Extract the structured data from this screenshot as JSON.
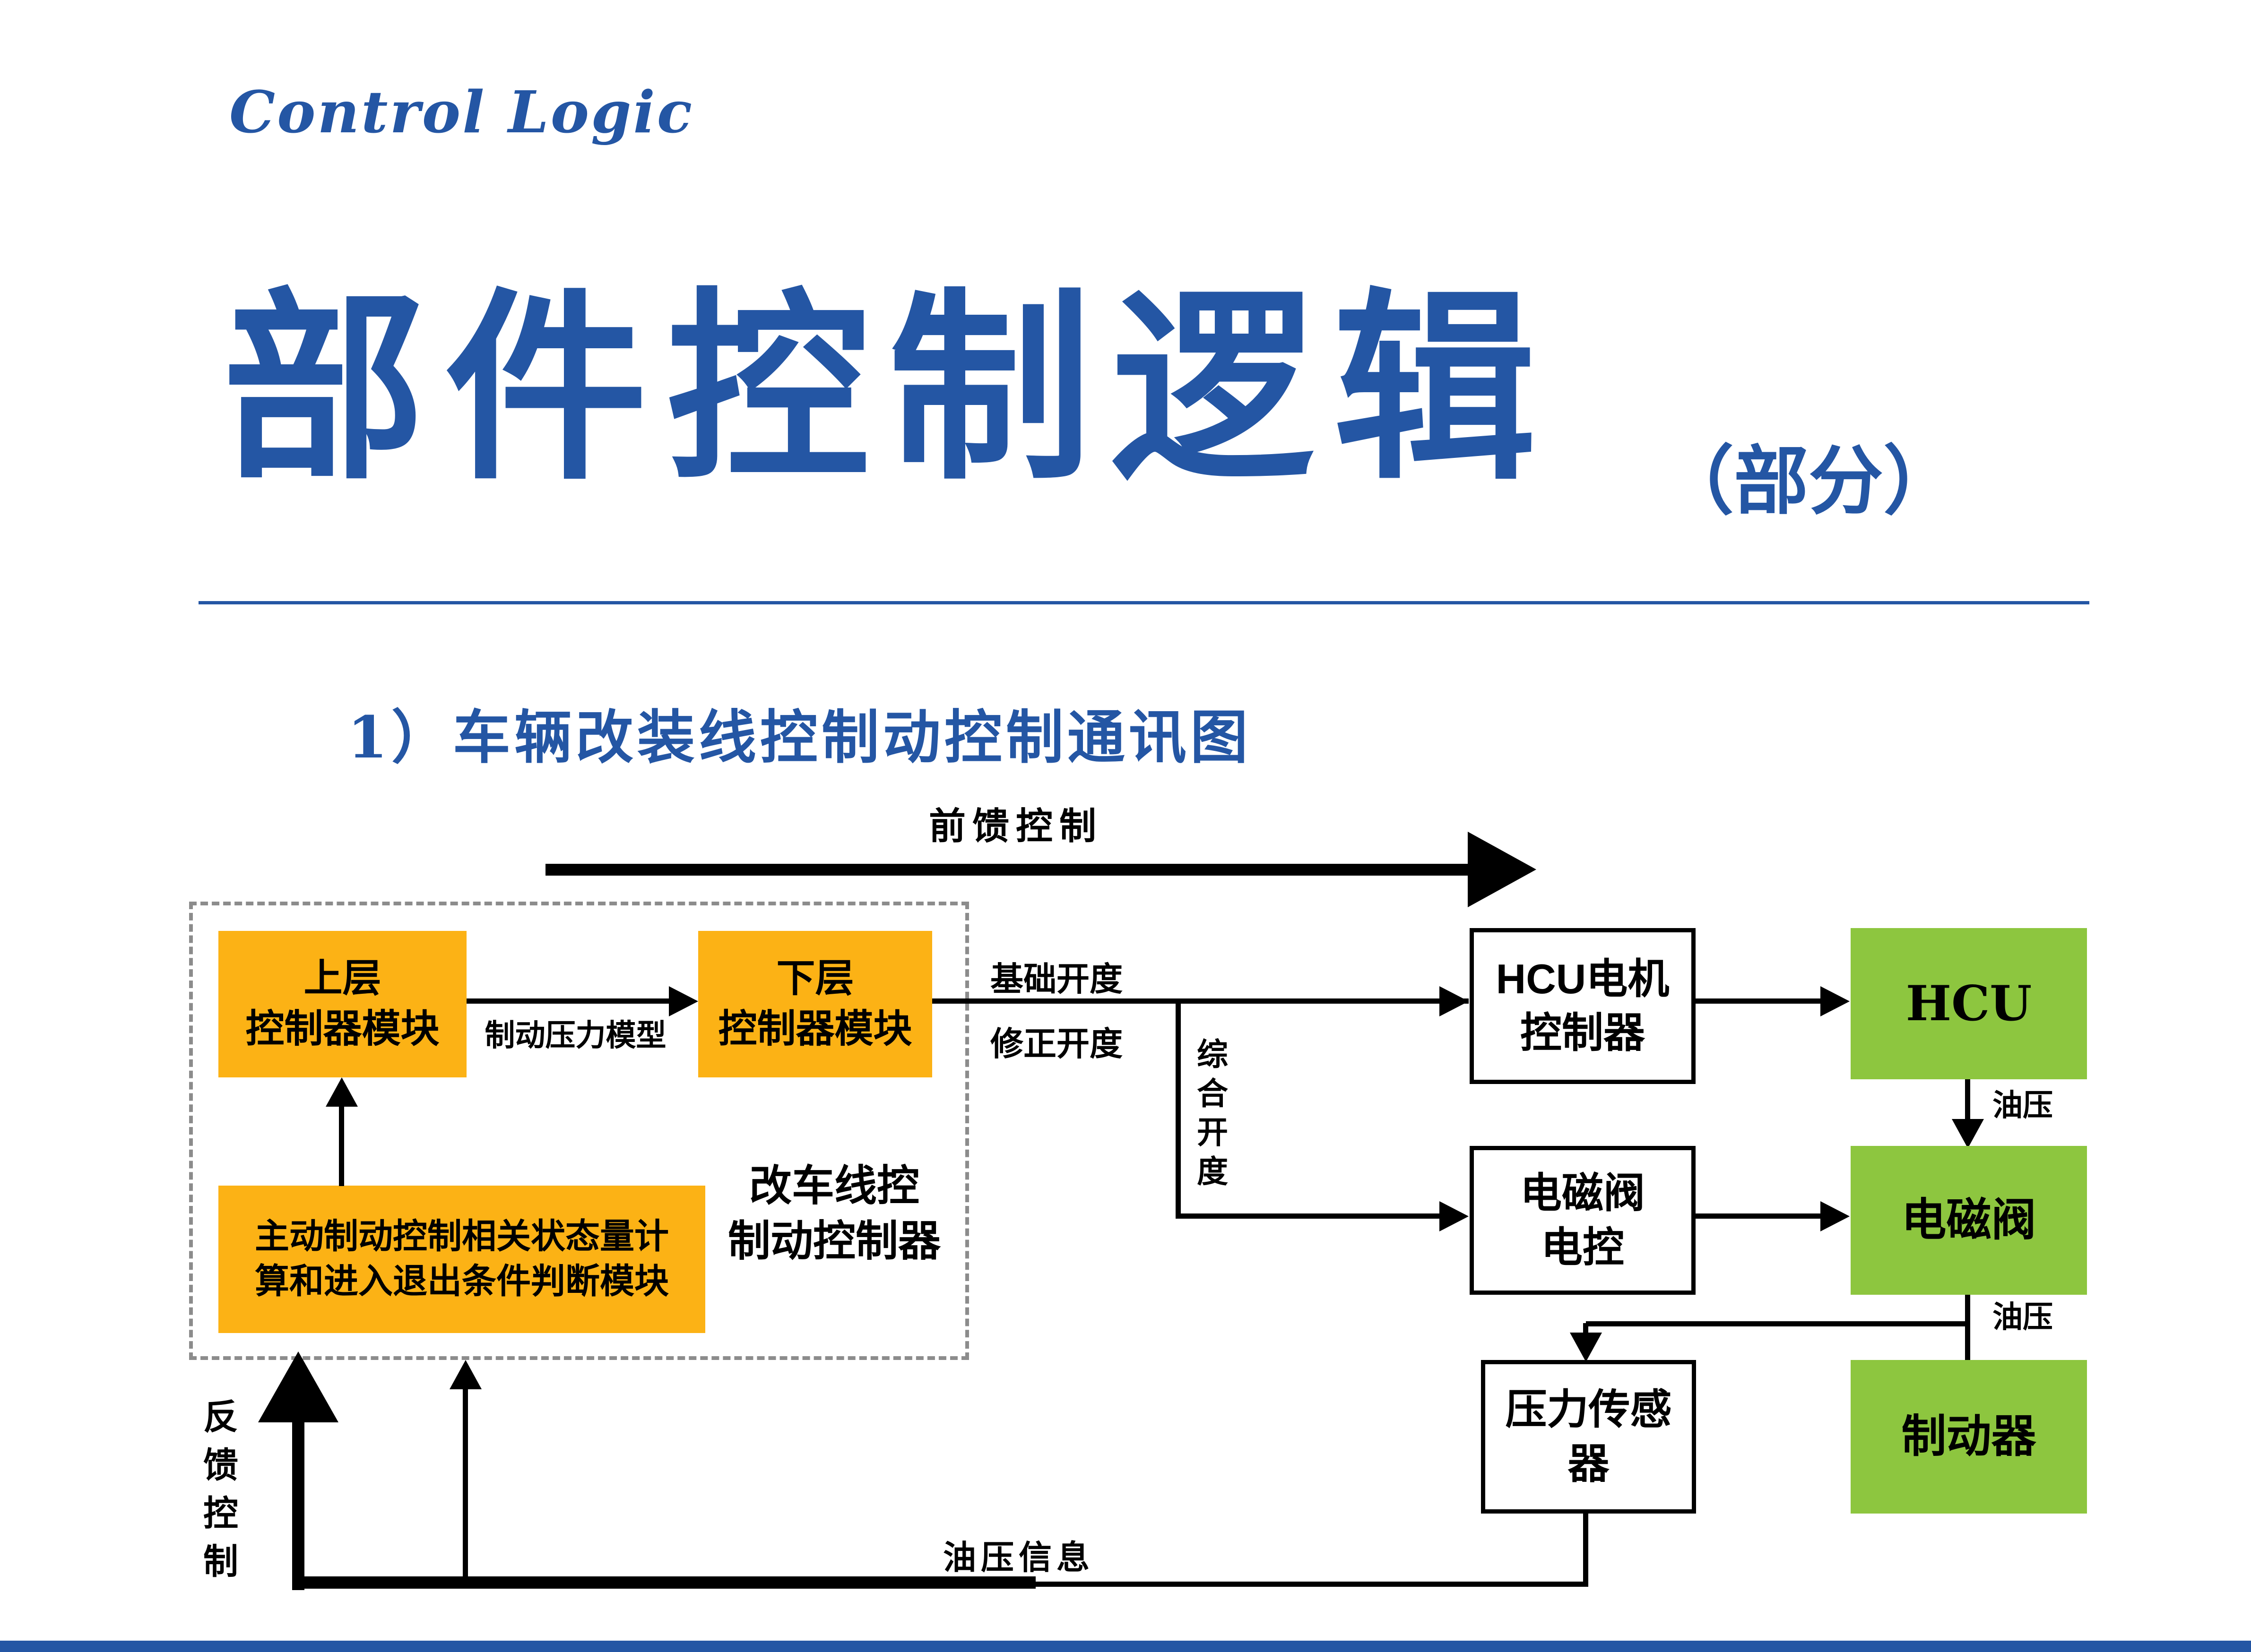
{
  "header": {
    "eyebrow": "Control Logic",
    "title": "部件控制逻辑",
    "title_suffix": "（部分）",
    "section_heading": "1）车辆改装线控制动控制通讯图"
  },
  "colors": {
    "accent_blue": "#2456A4",
    "box_orange": "#FCB215",
    "box_green": "#8DC63F",
    "line_black": "#000000",
    "dashed_border_gray": "#8C8C8C"
  },
  "diagram": {
    "labels": {
      "feedforward": "前馈控制",
      "feedback": "反\n馈\n控\n制",
      "brake_pressure_model": "制动压力模型",
      "base_opening": "基础开度",
      "corrected_opening": "修正开度",
      "combined_opening": "综\n合\n开\n度",
      "oil_pressure_hcu": "油压",
      "oil_pressure_valve": "油压",
      "oil_pressure_info": "油压信息",
      "group_label": "改车线控\n制动控制器"
    },
    "nodes": {
      "upper_controller": "上层\n控制器模块",
      "lower_controller": "下层\n控制器模块",
      "state_module": "主动制动控制相关状态量计\n算和进入退出条件判断模块",
      "hcu_motor_controller": "HCU电机\n控制器",
      "hcu": "HCU",
      "solenoid_valve_control": "电磁阀\n电控",
      "solenoid_valve": "电磁阀",
      "pressure_sensor": "压力传感\n器",
      "brake": "制动器"
    }
  }
}
